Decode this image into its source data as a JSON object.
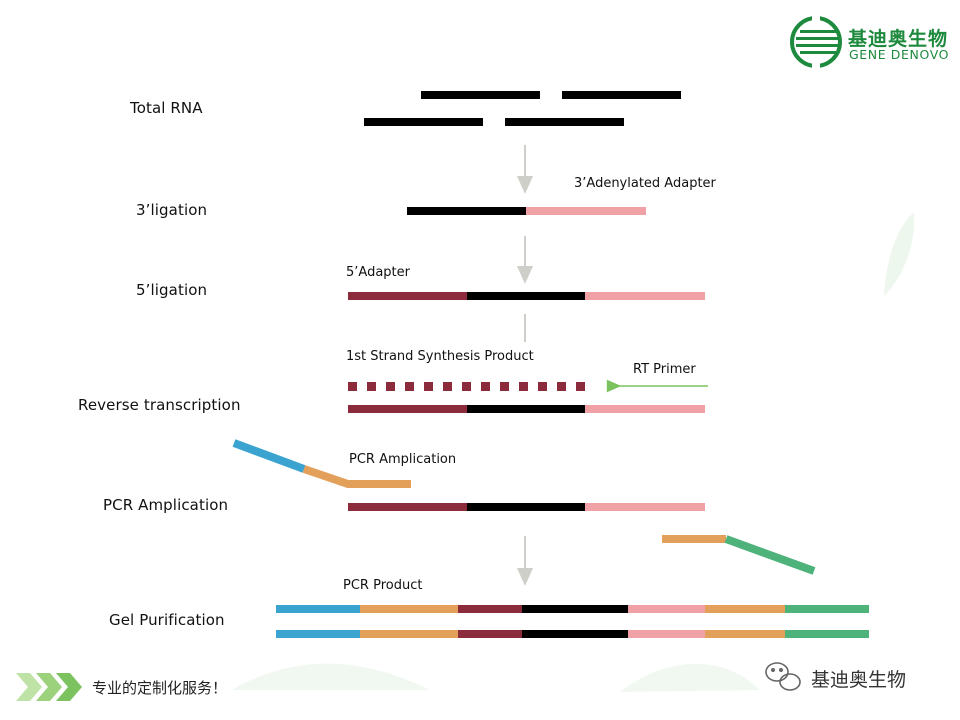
{
  "logo": {
    "name_cn": "基迪奥生物",
    "name_en": "GENE DENOVO",
    "color": "#1e8a3e"
  },
  "steps": {
    "total_rna": "Total RNA",
    "ligation3": "3’ligation",
    "ligation5": "5’ligation",
    "reverse_transcription": "Reverse transcription",
    "pcr_amplication": "PCR Amplication",
    "gel_purification": "Gel Purification"
  },
  "annotations": {
    "adapter3": "3’Adenylated Adapter",
    "adapter5": "5’Adapter",
    "first_strand": "1st Strand Synthesis Product",
    "rt_primer": "RT Primer",
    "pcr_amplication": "PCR Amplication",
    "pcr_product": "PCR Product"
  },
  "footer": {
    "slogan": "专业的定制化服务！",
    "wechat_account": "基迪奥生物"
  },
  "colors": {
    "rna": "#000000",
    "adapter3": "#f0a1a6",
    "adapter5": "#8b2b3c",
    "pcr_primer_orange": "#e3a05a",
    "pcr_primer_blue": "#3aa3cf",
    "pcr_primer_green": "#4db37a",
    "rt_primer_arrow": "#7cc35f",
    "flow_arrow": "#cfcfc9"
  }
}
